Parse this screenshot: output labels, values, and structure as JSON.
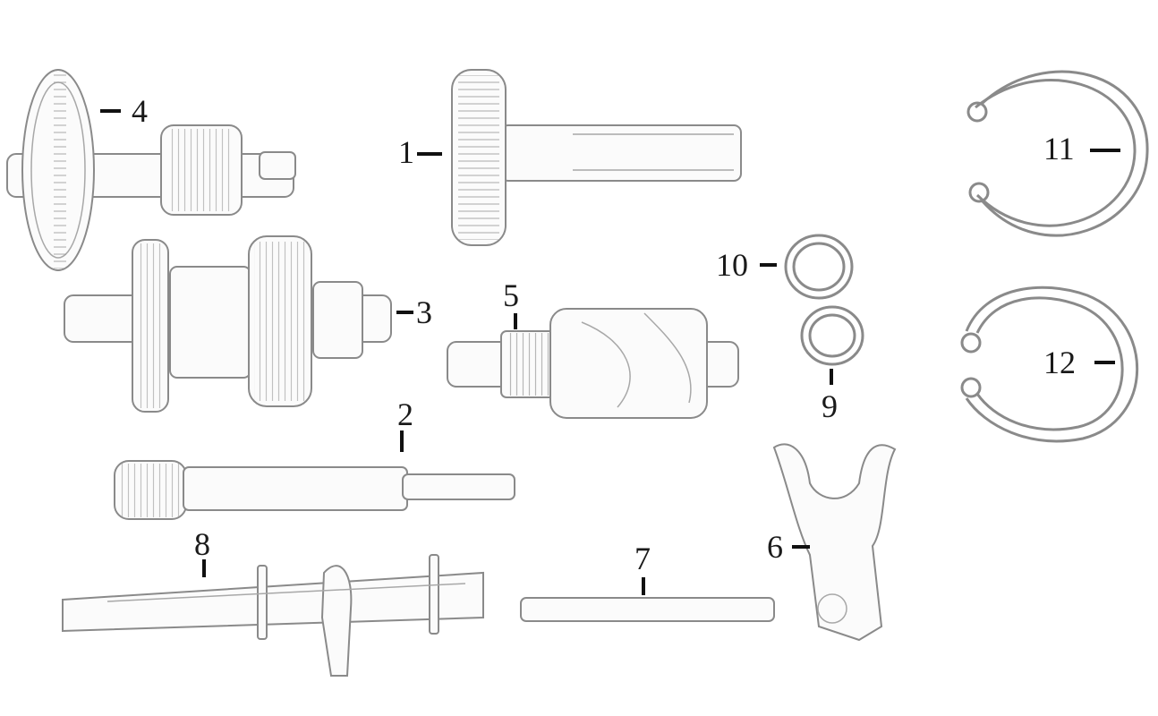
{
  "labels": {
    "p1": "1",
    "p2": "2",
    "p3": "3",
    "p4": "4",
    "p5": "5",
    "p6": "6",
    "p7": "7",
    "p8": "8",
    "p9": "9",
    "p10": "10",
    "p11": "11",
    "p12": "12"
  }
}
